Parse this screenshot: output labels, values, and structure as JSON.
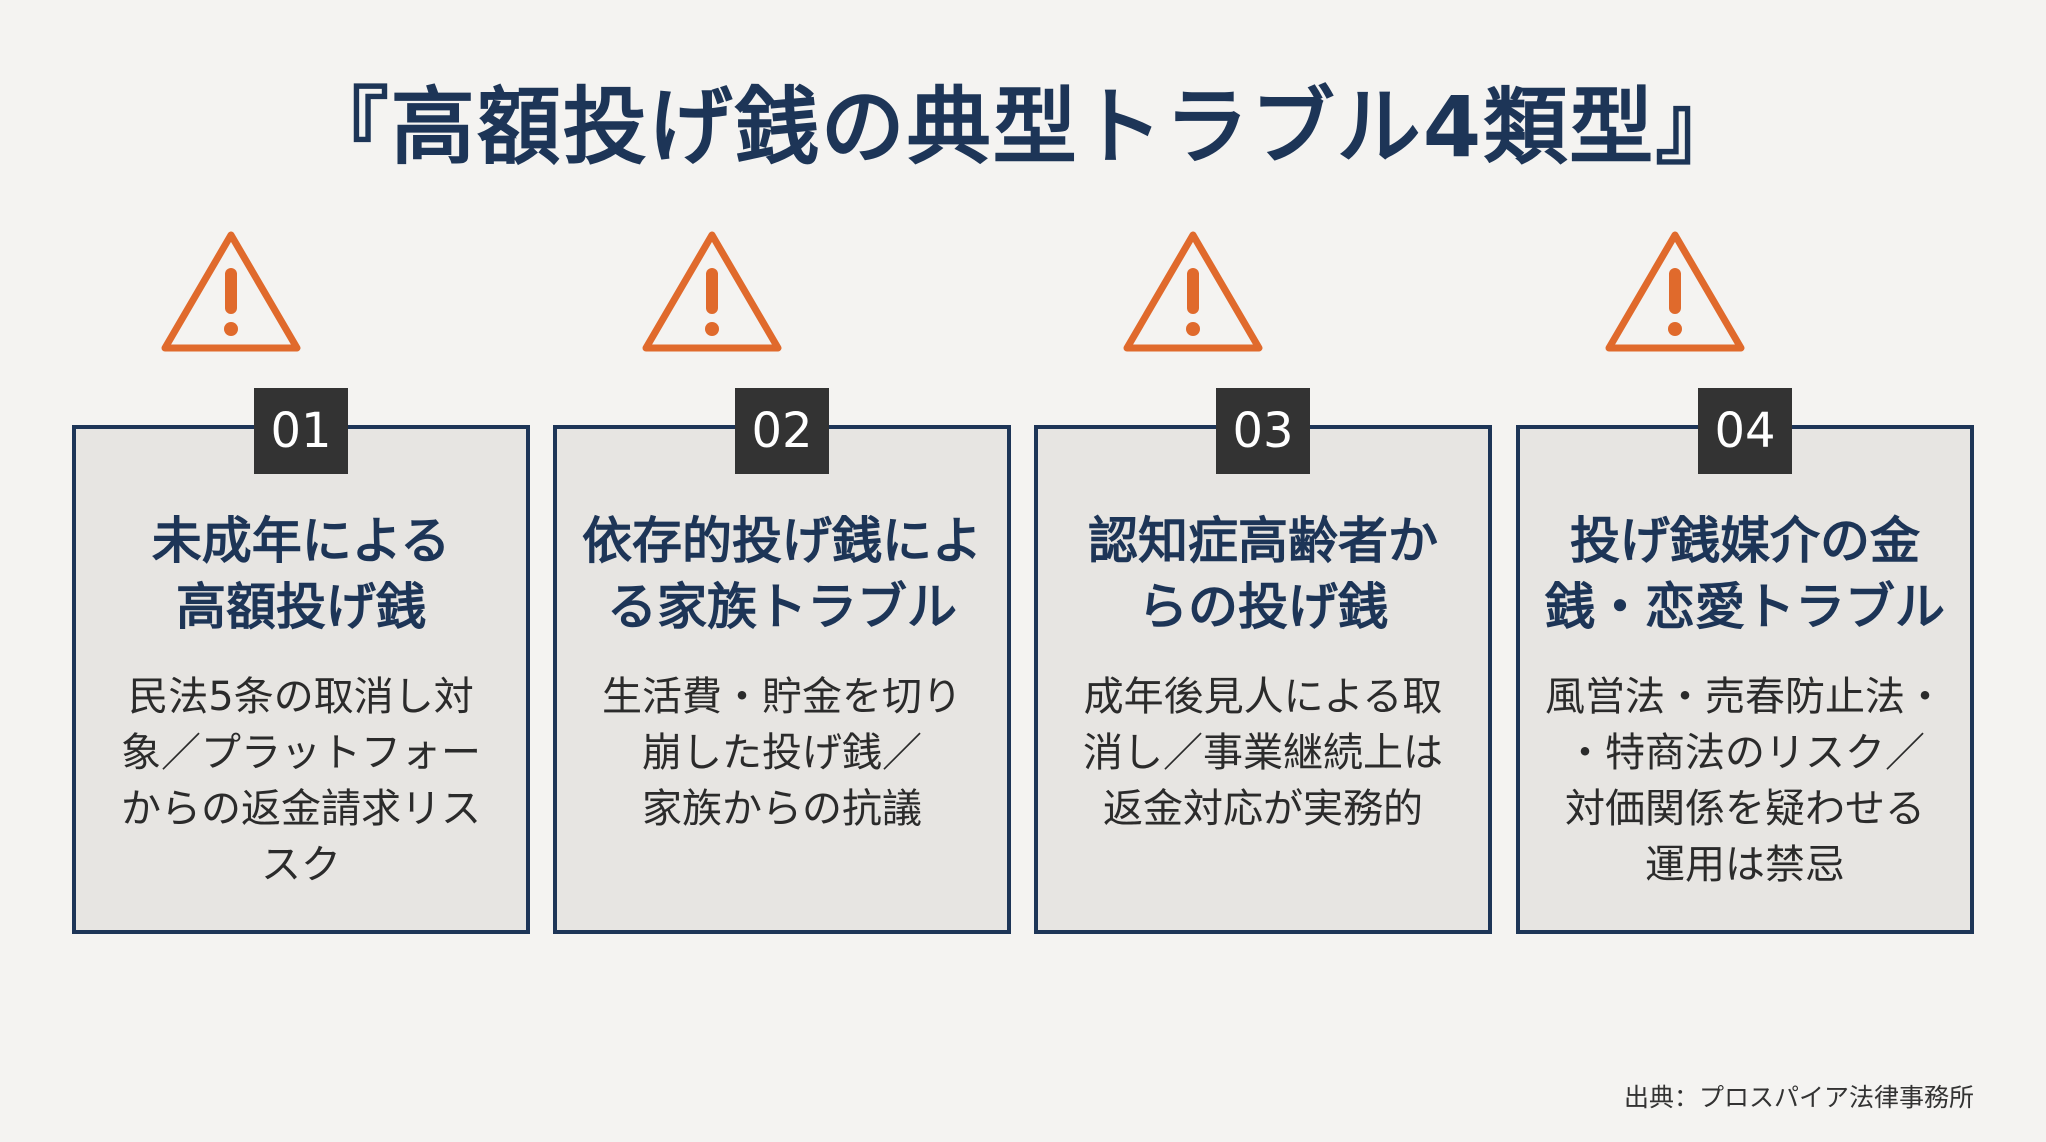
{
  "title": "『高額投げ銭の典型トラブル4類型』",
  "accent_color": "#e06a2c",
  "primary_color": "#1d3557",
  "cards": [
    {
      "number": "01",
      "icon": "warning-icon",
      "heading": [
        "未成年による",
        "高額投げ銭"
      ],
      "description": [
        "民法5条の取消し対",
        "象／プラットフォー",
        "からの返金請求リス",
        "スク"
      ]
    },
    {
      "number": "02",
      "icon": "warning-icon",
      "heading": [
        "依存的投げ銭によ",
        "る家族トラブル"
      ],
      "description": [
        "生活費・貯金を切り",
        "崩した投げ銭／",
        "家族からの抗議"
      ]
    },
    {
      "number": "03",
      "icon": "warning-icon",
      "heading": [
        "認知症高齢者か",
        "らの投げ銭"
      ],
      "description": [
        "成年後見人による取",
        "消し／事業継続上は",
        "返金対応が実務的"
      ]
    },
    {
      "number": "04",
      "icon": "warning-icon",
      "heading": [
        "投げ銭媒介の金",
        "銭・恋愛トラブル"
      ],
      "description": [
        "風営法・売春防止法・",
        "・特商法のリスク／",
        "対価関係を疑わせる",
        "運用は禁忌"
      ]
    }
  ],
  "source": "出典：プロスパイア法律事務所"
}
